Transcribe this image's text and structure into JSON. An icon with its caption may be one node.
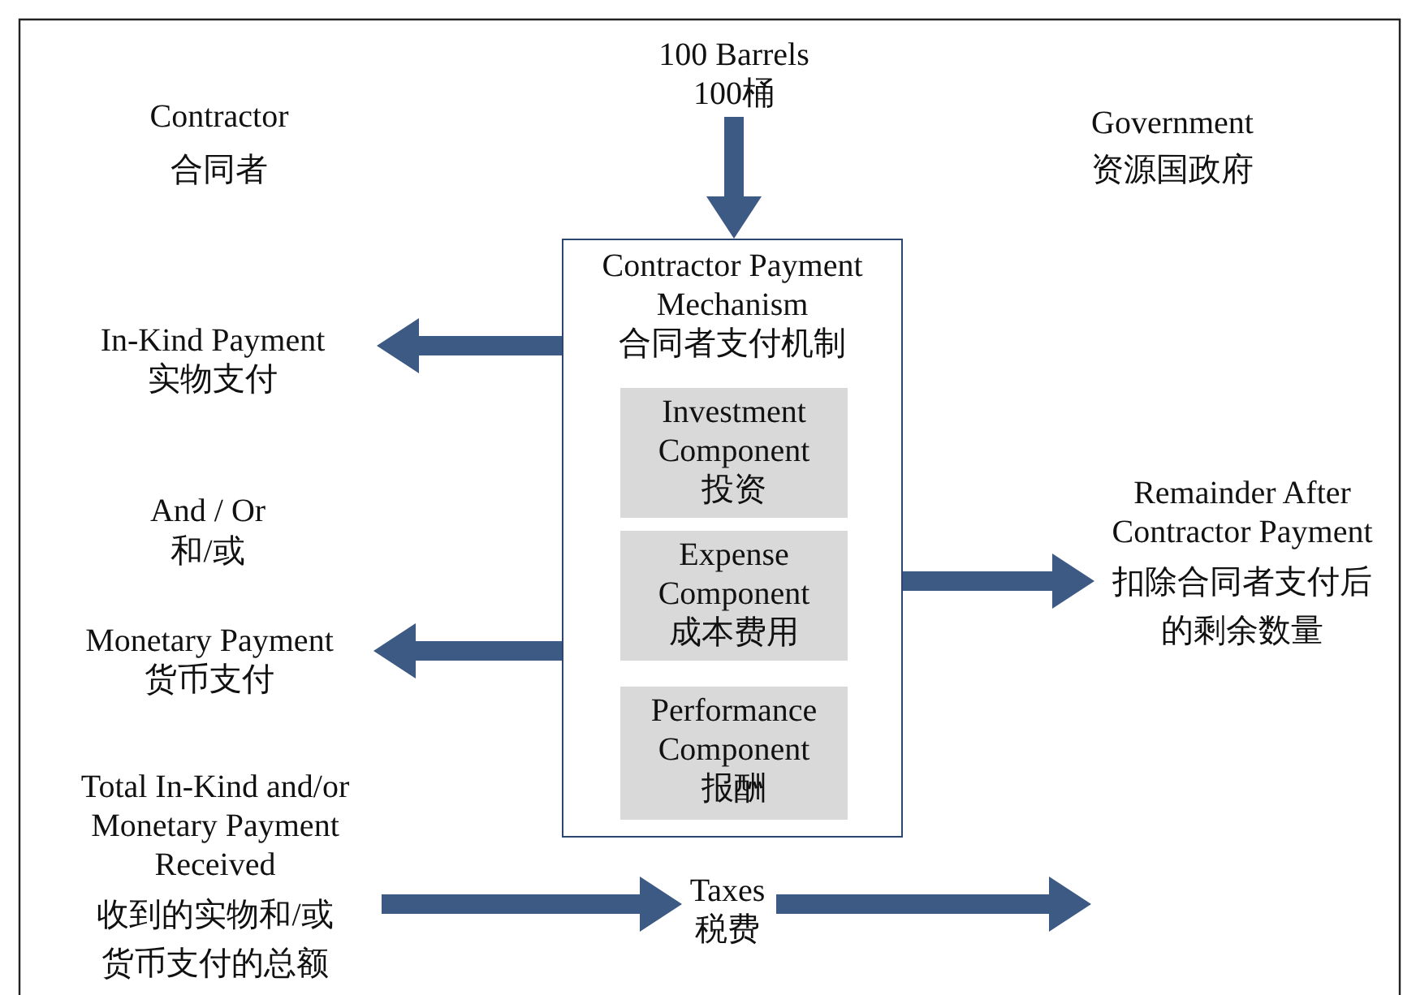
{
  "diagram": {
    "nodes": [
      {
        "text": [
          "100 Barrels",
          "100桶"
        ]
      },
      {
        "text": [
          "Contractor Payment Mechanism",
          "合同者支付机制"
        ]
      },
      {
        "text": [
          "Investment Component",
          "投资"
        ],
        "in": 1
      },
      {
        "text": [
          "Expense Component",
          "成本费用"
        ],
        "in": 1
      },
      {
        "text": [
          "Performance Component",
          "报酬"
        ],
        "in": 1
      },
      {
        "text": [
          "In-Kind Payment",
          "实物支付"
        ]
      },
      {
        "text": [
          "Monetary Payment",
          "货币支付"
        ]
      },
      {
        "text": [
          "Remainder After Contractor Payment",
          "扣除合同者支付后的剩余数量"
        ]
      },
      {
        "text": [
          "Total In-Kind and/or Monetary Payment Received",
          "收到的实物和/或货币支付的总额"
        ]
      },
      {
        "text": [
          "Taxes",
          "税费"
        ]
      }
    ],
    "edges": [
      {
        "from": 0,
        "to": 1,
        "arrow": "to"
      },
      {
        "from": 1,
        "to": 5,
        "arrow": "to"
      },
      {
        "from": 1,
        "to": 6,
        "arrow": "to"
      },
      {
        "from": 1,
        "to": 7,
        "arrow": "to"
      },
      {
        "from": 8,
        "to": 9,
        "arrow": "to"
      },
      {
        "from": 9,
        "to": null,
        "arrow": "to"
      }
    ],
    "labels": [
      "Contractor",
      "合同者",
      "Government",
      "资源国政府",
      "And / Or",
      "和/或"
    ]
  }
}
